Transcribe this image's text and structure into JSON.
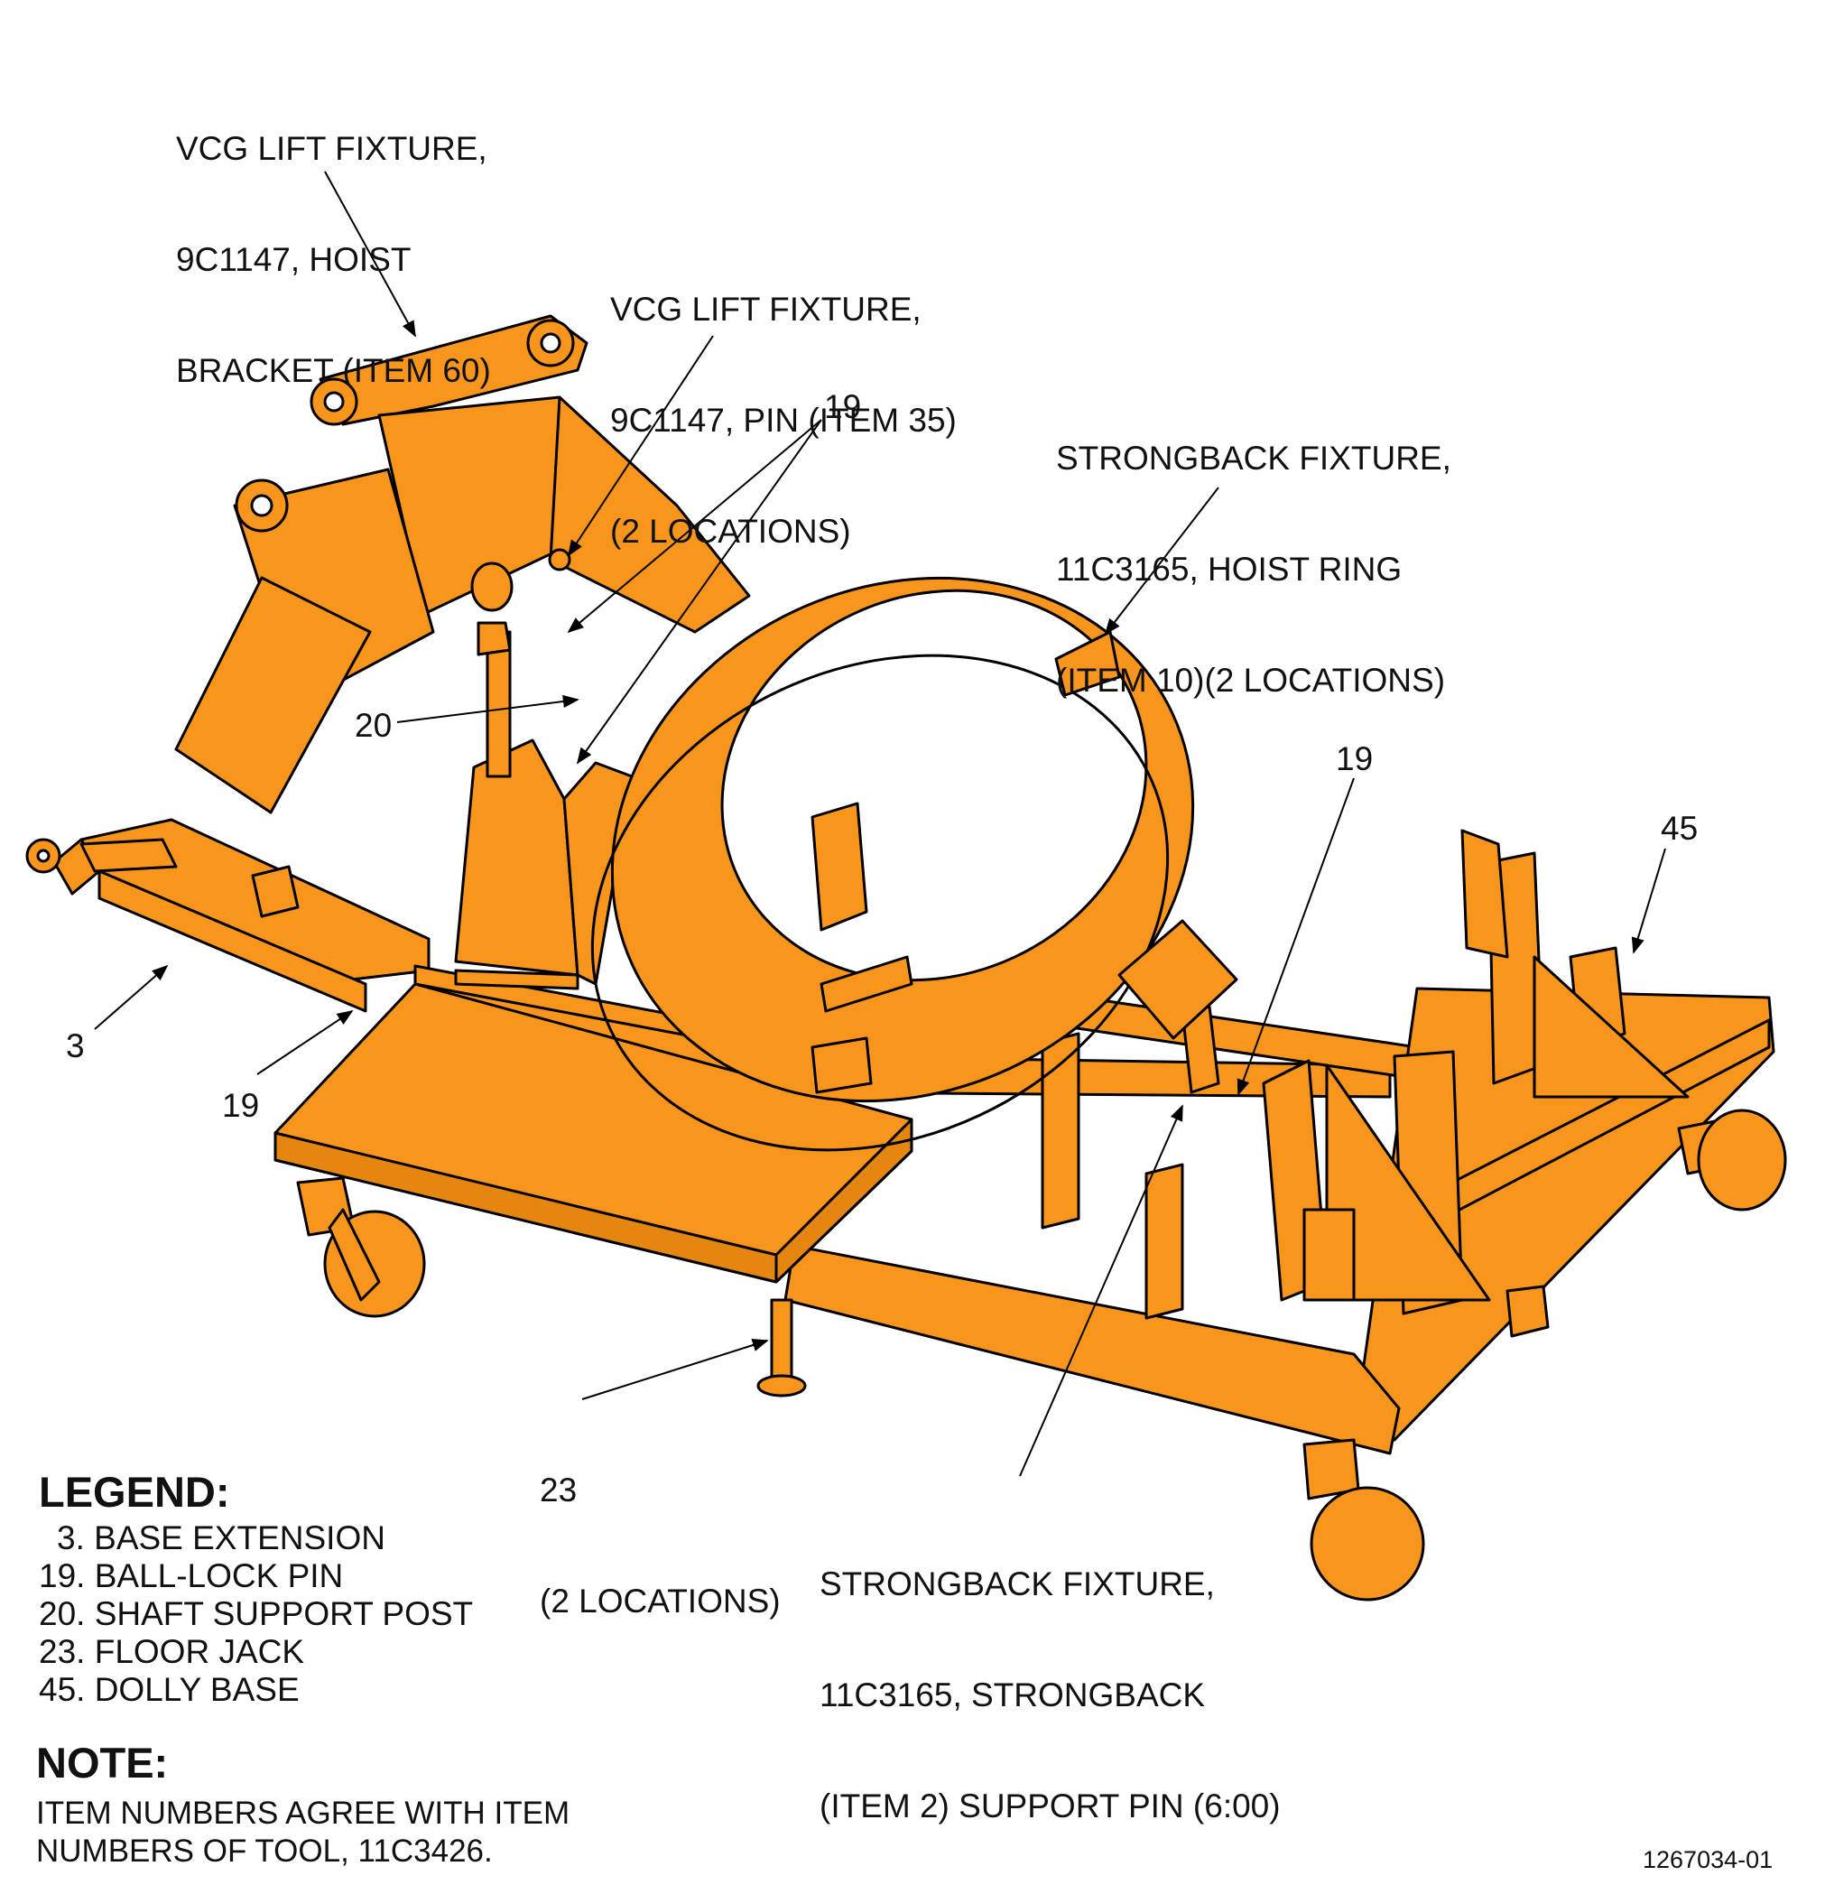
{
  "colors": {
    "fill": "#f7951d",
    "line": "#000000"
  },
  "callouts": {
    "hoist_bracket": [
      "VCG LIFT FIXTURE,",
      "9C1147, HOIST",
      "BRACKET (ITEM 60)"
    ],
    "pin": [
      "VCG LIFT FIXTURE,",
      "9C1147, PIN (ITEM 35)",
      "(2 LOCATIONS)"
    ],
    "hoist_ring": [
      "STRONGBACK FIXTURE,",
      "11C3165, HOIST RING",
      "(ITEM 10)(2 LOCATIONS)"
    ],
    "support_pin": [
      "STRONGBACK FIXTURE,",
      "11C3165, STRONGBACK",
      "(ITEM 2) SUPPORT PIN (6:00)"
    ],
    "jack": [
      "23",
      "(2 LOCATIONS)"
    ],
    "item19_top": "19",
    "item19_right": "19",
    "item19_left": "19",
    "item20": "20",
    "item3": "3",
    "item45": "45"
  },
  "legend": {
    "title": "LEGEND:",
    "items": [
      "3. BASE EXTENSION",
      "19. BALL-LOCK PIN",
      "20. SHAFT SUPPORT POST",
      "23. FLOOR JACK",
      "45. DOLLY BASE"
    ]
  },
  "note": {
    "title": "NOTE:",
    "lines": [
      "ITEM NUMBERS AGREE WITH ITEM",
      "NUMBERS OF TOOL, 11C3426."
    ]
  },
  "drawing_number": "1267034-01"
}
